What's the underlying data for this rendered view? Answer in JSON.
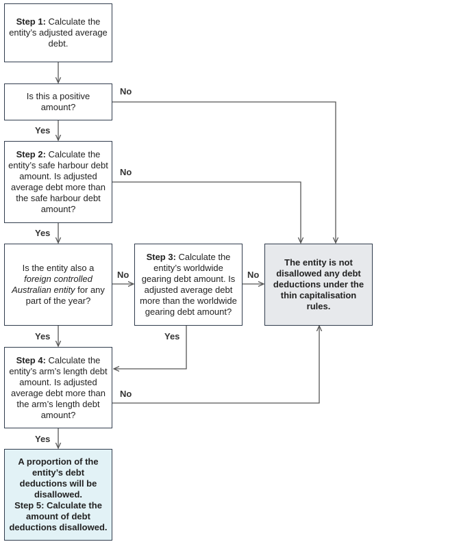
{
  "step1": {
    "bold": "Step 1:",
    "text": " Calculate the entity’s adjusted average debt."
  },
  "q_positive": {
    "text": "Is this a positive amount?"
  },
  "step2": {
    "bold": "Step 2:",
    "text": " Calculate the entity’s safe harbour debt amount. Is adjusted average debt more than the safe harbour debt amount?"
  },
  "q_foreign": {
    "pre": "Is the entity also a ",
    "italic": "foreign controlled Australian entity",
    "post": " for any part of the year?"
  },
  "step3": {
    "bold": "Step 3:",
    "text": " Calculate the entity’s worldwide gearing debt amount. Is adjusted average debt more than the worldwide gearing debt amount?"
  },
  "outcome_not_disallowed": {
    "text": "The entity is not disallowed any debt deductions under the thin capitalisation rules."
  },
  "step4": {
    "bold": "Step 4:",
    "text": " Calculate the entity’s arm’s length debt amount. Is adjusted average debt more than the arm’s length debt amount?"
  },
  "outcome_disallowed": {
    "line1": "A proportion of the entity’s debt deductions will be disallowed.",
    "line2": "Step 5: Calculate the amount of debt deductions disallowed."
  },
  "labels": {
    "no1": "No",
    "yes1": "Yes",
    "no2": "No",
    "yes2": "Yes",
    "no3": "No",
    "no4": "No",
    "yes3": "Yes",
    "yes4": "Yes",
    "no5": "No",
    "yes5": "Yes"
  },
  "colors": {
    "border": "#2f3b4c",
    "arrow": "#555555",
    "outcome_grey": "#e7e9ec",
    "outcome_teal": "#e2f2f6"
  }
}
